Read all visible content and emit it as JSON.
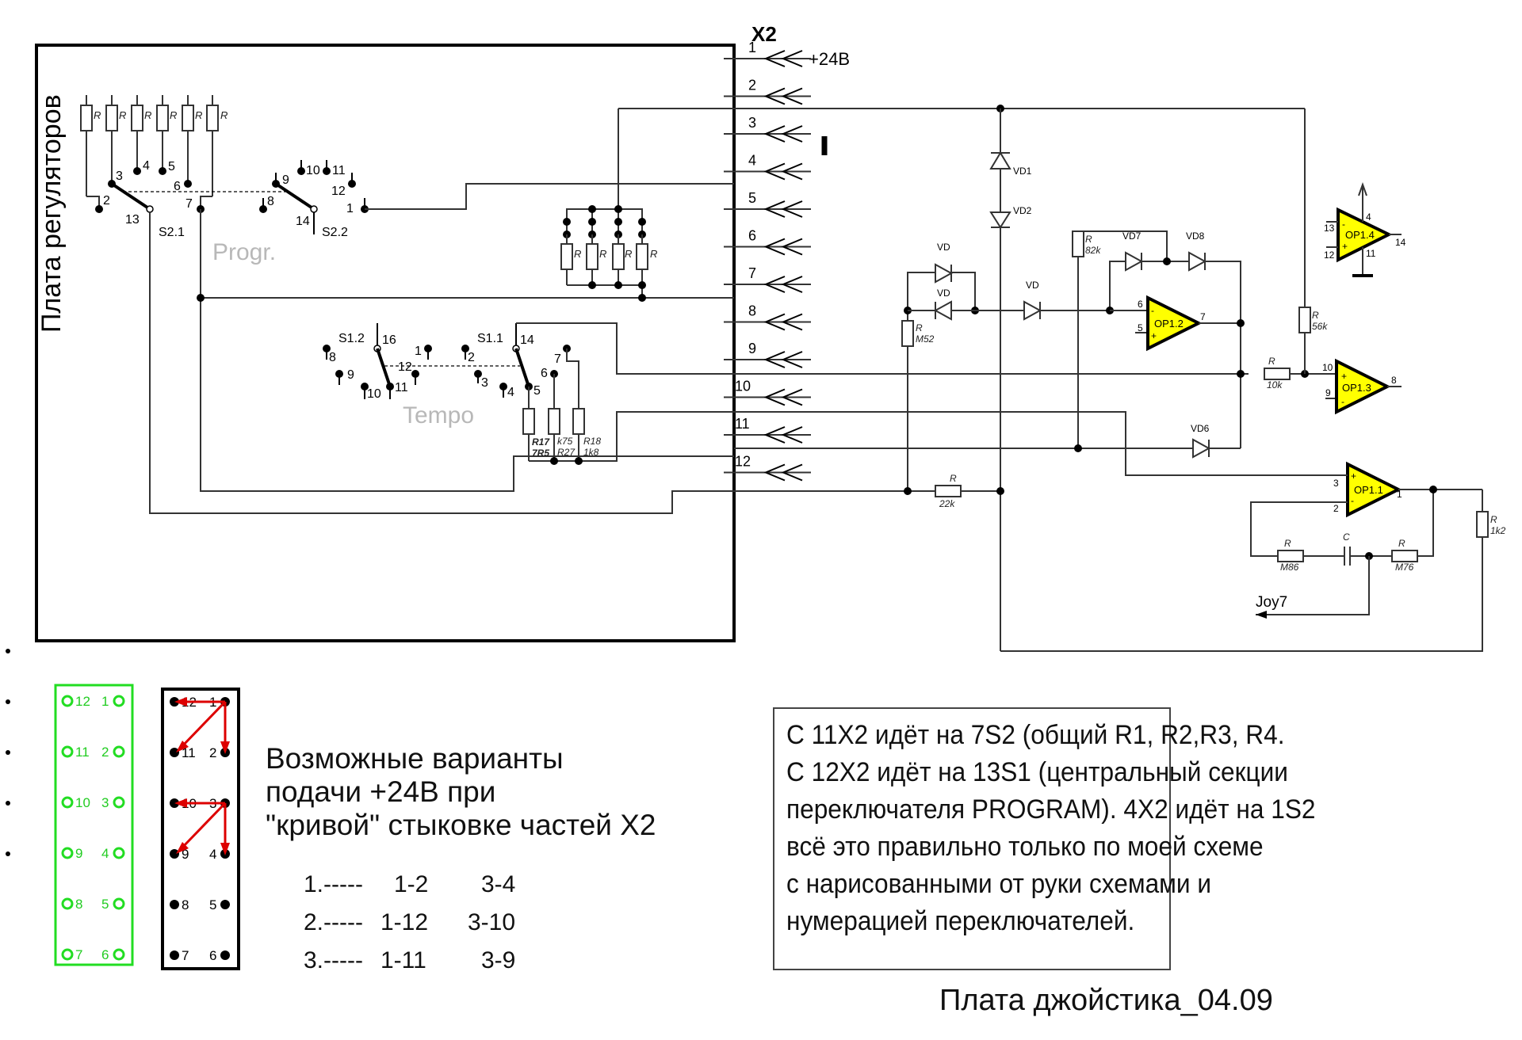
{
  "board": {
    "title": "Плата регуляторов",
    "progr_label": "Progr.",
    "tempo_label": "Tempo"
  },
  "connector": {
    "name": "X2",
    "supply_label": "+24В",
    "pins": [
      "1",
      "2",
      "3",
      "4",
      "5",
      "6",
      "7",
      "8",
      "9",
      "10",
      "11",
      "12"
    ]
  },
  "switch_s2": {
    "s21_label": "S2.1",
    "s22_label": "S2.2",
    "contacts": [
      "2",
      "3",
      "4",
      "5",
      "6",
      "7",
      "13",
      "8",
      "9",
      "10",
      "11",
      "12",
      "1",
      "14"
    ],
    "resistor_label": "R"
  },
  "switch_s1": {
    "s12_label": "S1.2",
    "s11_label": "S1.1",
    "contacts": [
      "16",
      "8",
      "9",
      "10",
      "11",
      "12",
      "1",
      "2",
      "3",
      "4",
      "14",
      "5",
      "6",
      "7"
    ],
    "resistors": [
      {
        "name": "R17",
        "value": "7R5"
      },
      {
        "name": "R27",
        "value": "k75"
      },
      {
        "name": "R18",
        "value": "1k8"
      }
    ]
  },
  "components": {
    "diodes": [
      "VD1",
      "VD2",
      "VD",
      "VD",
      "VD",
      "VD7",
      "VD8",
      "VD6"
    ],
    "resistors": [
      {
        "name": "R",
        "value": "M52"
      },
      {
        "name": "R",
        "value": "82k"
      },
      {
        "name": "R",
        "value": "56k"
      },
      {
        "name": "R",
        "value": "10k"
      },
      {
        "name": "R",
        "value": "22k"
      },
      {
        "name": "R",
        "value": "M86"
      },
      {
        "name": "R",
        "value": "M76"
      },
      {
        "name": "R",
        "value": "1k2"
      }
    ],
    "capacitor": "C",
    "opamps": [
      {
        "name": "OP1.1",
        "pins": {
          "plus": "3",
          "minus": "2",
          "out": "1"
        }
      },
      {
        "name": "OP1.2",
        "pins": {
          "minus": "6",
          "plus": "5",
          "out": "7"
        }
      },
      {
        "name": "OP1.3",
        "pins": {
          "plus": "10",
          "minus": "9",
          "out": "8"
        }
      },
      {
        "name": "OP1.4",
        "pins": {
          "minus": "13",
          "plus": "12",
          "out": "14",
          "vcc": "4",
          "gnd": "11"
        }
      }
    ],
    "output_label": "Joy7"
  },
  "pinout_green": {
    "left": [
      "12",
      "11",
      "10",
      "9",
      "8",
      "7"
    ],
    "right": [
      "1",
      "2",
      "3",
      "4",
      "5",
      "6"
    ]
  },
  "pinout_black": {
    "left": [
      "12",
      "11",
      "10",
      "9",
      "8",
      "7"
    ],
    "right": [
      "1",
      "2",
      "3",
      "4",
      "5",
      "6"
    ]
  },
  "variants": {
    "heading_lines": [
      "Возможные варианты",
      "подачи +24В при",
      "\"кривой\" стыковке частей X2"
    ],
    "rows": [
      {
        "index": "1.-----",
        "a": "1-2",
        "b": "3-4"
      },
      {
        "index": "2.-----",
        "a": "1-12",
        "b": "3-10"
      },
      {
        "index": "3.-----",
        "a": "1-11",
        "b": "3-9"
      }
    ]
  },
  "note": {
    "lines": [
      "С 11X2 идёт на 7S2 (общий R1, R2,R3, R4.",
      "С 12X2 идёт на 13S1 (центральный секции",
      "переключателя PROGRAM). 4X2 идёт на 1S2",
      "всё это правильно только по моей схеме",
      "с нарисованными от руки схемами и",
      "нумерацией переключателей."
    ]
  },
  "footer": {
    "title": "Плата джойстика_04.09"
  },
  "colors": {
    "opamp_fill": "#ffff00",
    "pinout_green": "#22dd22",
    "arrow_red": "#dd0000",
    "label_gray": "#b8b8b8"
  }
}
